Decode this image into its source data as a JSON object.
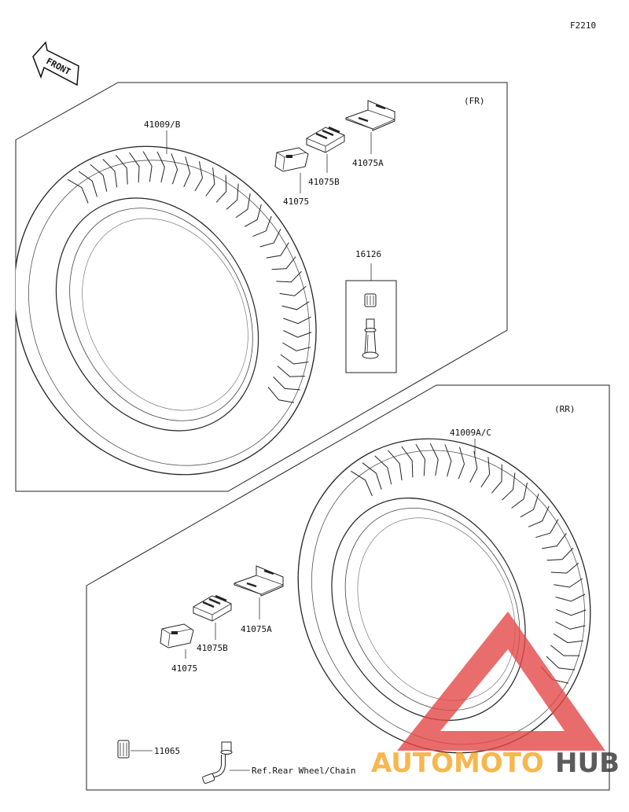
{
  "figure_code": "F2210",
  "front_label": "FRONT",
  "front_section": {
    "tag": "(FR)",
    "tire_label": "41009/B",
    "weights": [
      "41075",
      "41075B",
      "41075A"
    ],
    "valve_label": "16126"
  },
  "rear_section": {
    "tag": "(RR)",
    "tire_label": "41009A/C",
    "weights": [
      "41075",
      "41075B",
      "41075A"
    ],
    "cap_label": "11065",
    "ref_label": "Ref.Rear Wheel/Chain"
  },
  "watermark": {
    "part1": "AUTOMOTO",
    "part2": "HUB",
    "colors": {
      "triangle": "#e34848",
      "text_orange": "#f5a623",
      "text_dark": "#333333"
    }
  }
}
